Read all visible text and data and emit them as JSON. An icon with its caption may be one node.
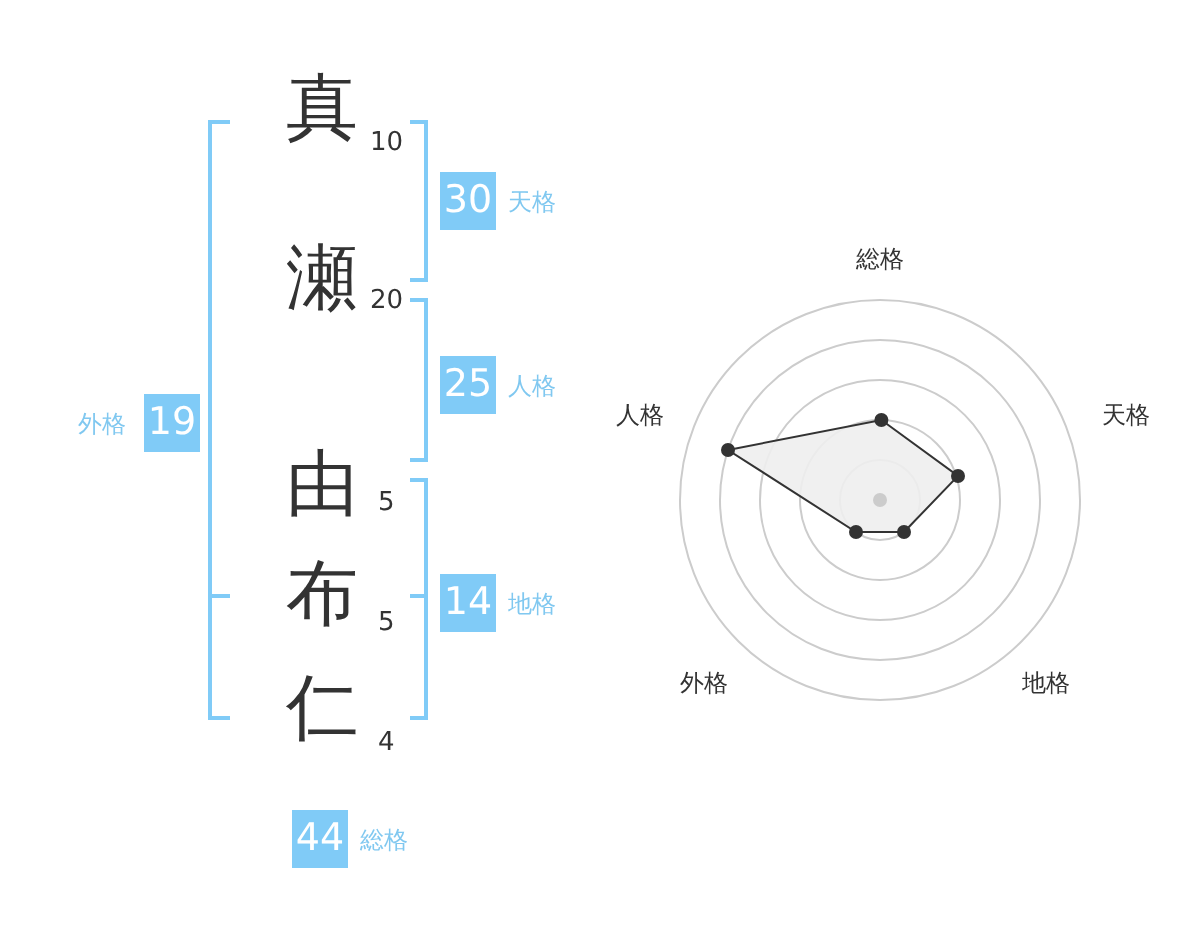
{
  "diagram": {
    "nodes": [
      {
        "text": [
          "30"
        ],
        "beside": [
          "天格"
        ]
      },
      {
        "text": [
          "25"
        ],
        "beside": [
          "人格"
        ]
      },
      {
        "text": [
          "19"
        ],
        "beside": [
          "外格"
        ]
      },
      {
        "text": [
          "14"
        ],
        "beside": [
          "地格"
        ]
      },
      {
        "text": [
          "44"
        ],
        "beside": [
          "総格"
        ]
      }
    ],
    "labels": [
      "真",
      "10",
      "瀬",
      "20",
      "由",
      "5",
      "布",
      "5",
      "仁",
      "4",
      "総格",
      "人格",
      "天格",
      "外格",
      "地格"
    ]
  }
}
